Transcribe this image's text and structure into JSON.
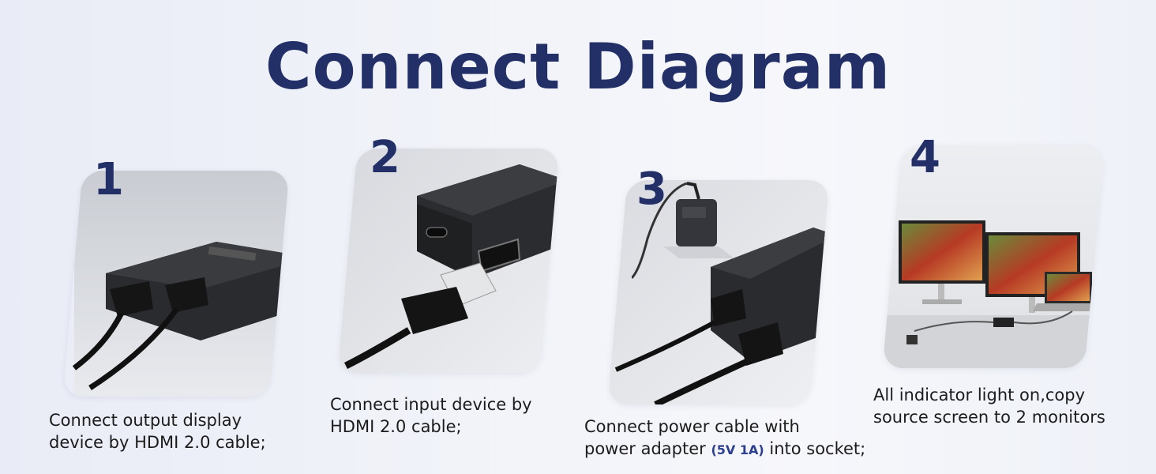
{
  "title": "Connect Diagram",
  "accent_color": "#233067",
  "steps": [
    {
      "number": "1",
      "caption_line1": "Connect output display",
      "caption_line2": "device by HDMI 2.0 cable;"
    },
    {
      "number": "2",
      "caption_line1": "Connect input device by",
      "caption_line2": "HDMI 2.0 cable;"
    },
    {
      "number": "3",
      "caption_line1": "Connect power cable with",
      "caption_line2_before": "power adapter ",
      "caption_highlight": "(5V 1A)",
      "caption_line2_after": " into socket;"
    },
    {
      "number": "4",
      "caption_line1": "All indicator light on,copy",
      "caption_line2": "source screen to 2 monitors"
    }
  ]
}
